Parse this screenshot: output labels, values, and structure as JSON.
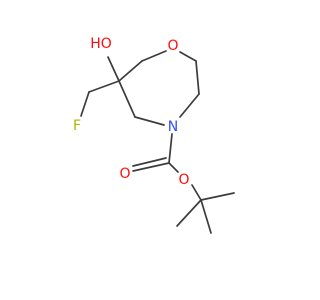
{
  "molecule": {
    "atoms": {
      "oh": {
        "label": "HO",
        "color": "#ff0d0d"
      },
      "f": {
        "label": "F",
        "color": "#b3b300"
      },
      "o1": {
        "label": "O",
        "color": "#ff0d0d"
      },
      "n": {
        "label": "N",
        "color": "#3050f8"
      },
      "o2": {
        "label": "O",
        "color": "#ff0d0d"
      },
      "o3": {
        "label": "O",
        "color": "#ff0d0d"
      }
    },
    "bond_color": "#3c3c3c"
  }
}
